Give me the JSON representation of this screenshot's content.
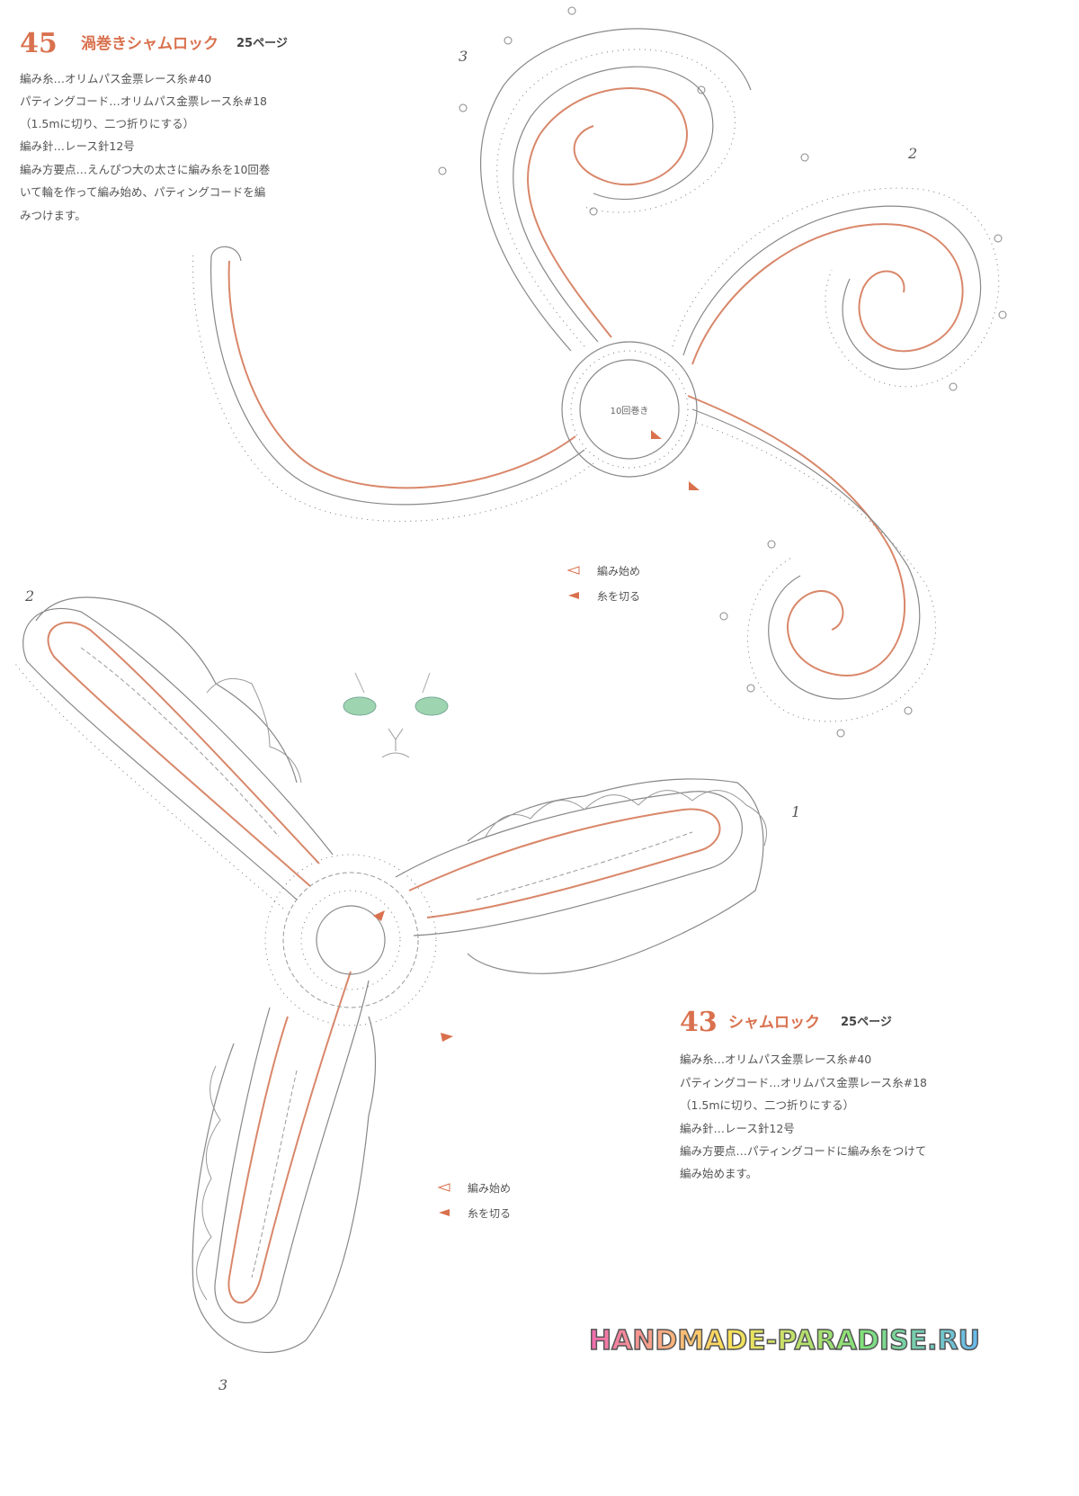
{
  "pattern45": {
    "number": "45",
    "title": "渦巻きシャムロック",
    "page_ref": "25ページ",
    "lines": [
      "編み糸…オリムパス金票レース糸#40",
      "パティングコード…オリムパス金票レース糸#18",
      "（1.5mに切り、二つ折りにする）",
      "編み針…レース針12号",
      "編み方要点…えんぴつ大の太さに編み糸を10回巻",
      "いて輪を作って編み始め、パティングコードを編",
      "みつけます。"
    ],
    "center_label": "10回巻き",
    "round_marks": [
      "3",
      "2"
    ],
    "legend": [
      {
        "symbol": "arrow-outline",
        "text": "編み始め"
      },
      {
        "symbol": "arrow-solid",
        "text": "糸を切る"
      }
    ]
  },
  "pattern43": {
    "number": "43",
    "title": "シャムロック",
    "page_ref": "25ページ",
    "lines": [
      "編み糸…オリムパス金票レース糸#40",
      "パティングコード…オリムパス金票レース糸#18",
      "（1.5mに切り、二つ折りにする）",
      "編み針…レース針12号",
      "編み方要点…パティングコードに編み糸をつけて",
      "編み始めます。"
    ],
    "round_marks": [
      "2",
      "1",
      "3"
    ],
    "legend": [
      {
        "symbol": "arrow-outline",
        "text": "編み始め"
      },
      {
        "symbol": "arrow-solid",
        "text": "糸を切る"
      }
    ]
  },
  "watermark": "HANDMADE-PARADISE.RU",
  "colors": {
    "accent": "#d9714e",
    "cord": "#d9876a",
    "stitch": "#888888",
    "cat_eye": "#9fd4b0"
  }
}
